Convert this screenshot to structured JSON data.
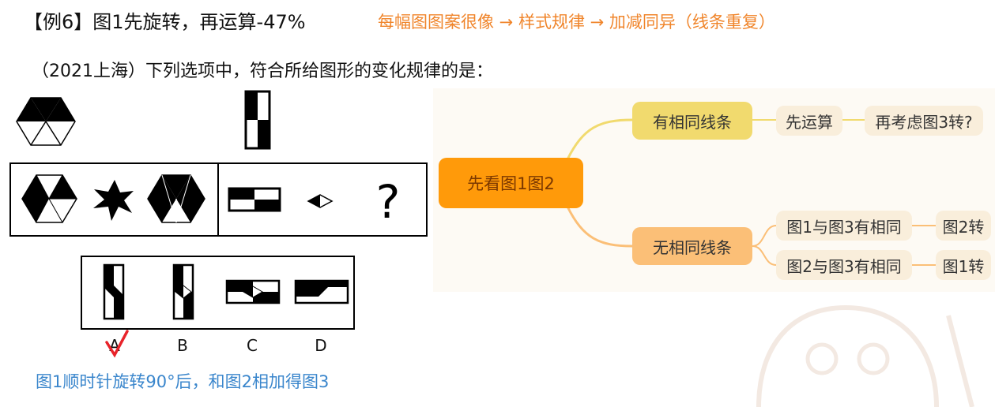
{
  "header": {
    "title": "【例6】图1先旋转，再运算-47%",
    "hint": "每幅图图案很像 → 样式规律 → 加减同异（线条重复）"
  },
  "question": "（2021上海）下列选项中，符合所给图形的变化规律的是：",
  "options": {
    "labels": [
      "A",
      "B",
      "C",
      "D"
    ],
    "correct": "A",
    "check_color": "#e8232a"
  },
  "explanation": "图1顺时针旋转90°后，和图2相加得图3",
  "mindmap": {
    "root": "先看图1图2",
    "branch_same": "有相同线条",
    "step_compute": "先运算",
    "step_consider": "再考虑图3转?",
    "branch_diff": "无相同线条",
    "case_1_3": "图1与图3有相同",
    "result_2": "图2转",
    "case_2_3": "图2与图3有相同",
    "result_1": "图1转"
  },
  "colors": {
    "accent_orange": "#f0852b",
    "explain_blue": "#3a86cc",
    "root": "#ff9a0a",
    "branch_yellow": "#f1da6e",
    "branch_orange": "#fbbf77",
    "leaf": "#f9eedb"
  }
}
